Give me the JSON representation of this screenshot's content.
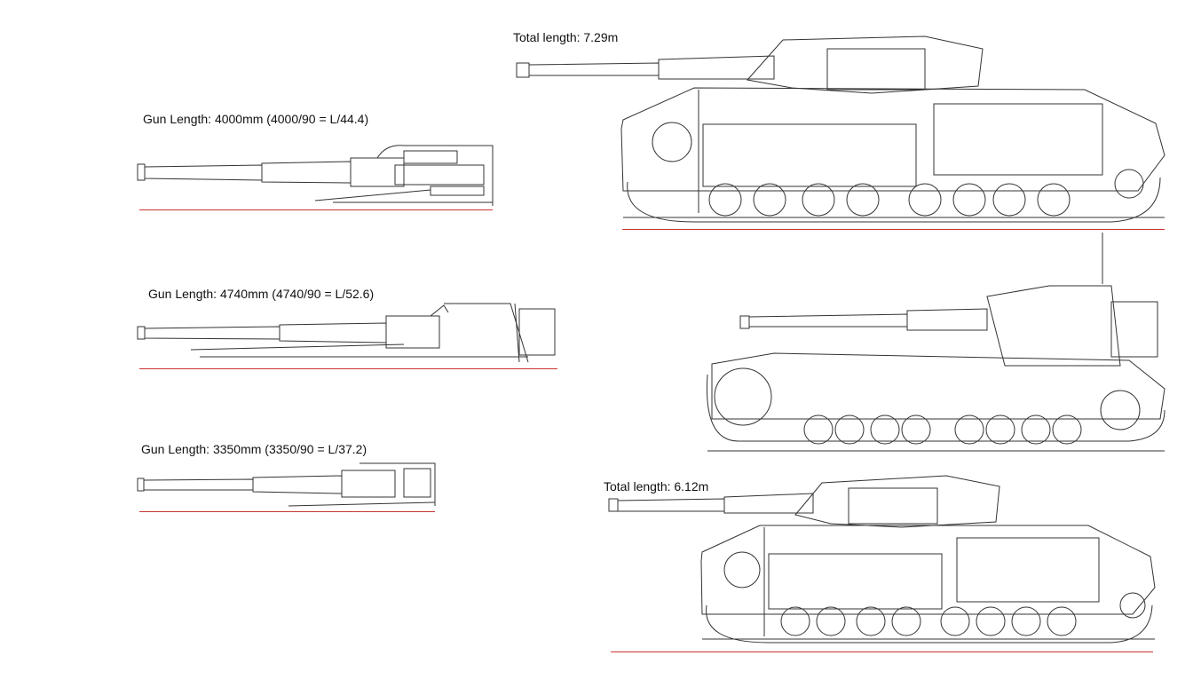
{
  "labels": {
    "gun1": "Gun Length: 4000mm (4000/90 = L/44.4)",
    "gun2": "Gun Length: 4740mm (4740/90 = L/52.6)",
    "gun3": "Gun Length: 3350mm (3350/90 = L/37.2)",
    "total1": "Total length: 7.29m",
    "total2": "Total length: 6.12m"
  },
  "colors": {
    "measure_line": "#cc3333",
    "ink": "#333333",
    "text": "#111111"
  },
  "icons": {
    "gun1": "gun-barrel-drawing",
    "gun2": "gun-barrel-drawing",
    "gun3": "gun-barrel-drawing",
    "tank1": "tank-cutaway-drawing",
    "tank2": "tank-side-view-drawing",
    "tank3": "tank-cutaway-drawing"
  }
}
